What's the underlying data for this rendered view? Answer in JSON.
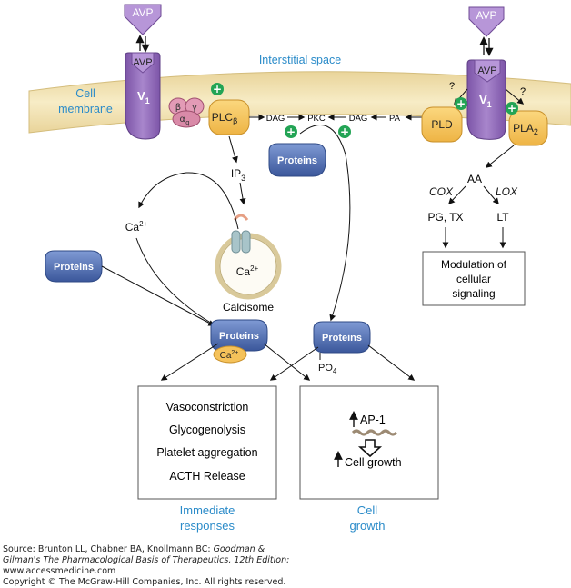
{
  "labels": {
    "avp": "AVP",
    "interstitial": "Interstitial space",
    "cell": "Cell",
    "membrane": "membrane",
    "v1_main": "V",
    "v1_sub": "1",
    "beta": "β",
    "gamma": "γ",
    "alpha_main": "α",
    "alpha_sub": "q",
    "plc_main": "PLC",
    "plc_sub": "β",
    "dag": "DAG",
    "pkc": "PKC",
    "pa": "PA",
    "pld": "PLD",
    "pla_main": "PLA",
    "pla_sub": "2",
    "question": "?",
    "ip3_main": "IP",
    "ip3_sub": "3",
    "ca_main": "Ca",
    "ca_sup": "2+",
    "proteins": "Proteins",
    "calcisome": "Calcisome",
    "po4_main": "PO",
    "po4_sub": "4",
    "aa": "AA",
    "cox": "COX",
    "lox": "LOX",
    "pgtx": "PG, TX",
    "lt": "LT",
    "plus": "+",
    "ap1": "AP-1",
    "cell_growth_up": "Cell growth"
  },
  "boxes": {
    "modulation": [
      "Modulation of",
      "cellular",
      "signaling"
    ],
    "immediate": [
      "Vasoconstriction",
      "Glycogenolysis",
      "Platelet aggregation",
      "ACTH Release"
    ]
  },
  "captions": {
    "immediate": [
      "Immediate",
      "responses"
    ],
    "growth": [
      "Cell",
      "growth"
    ]
  },
  "source": {
    "line1": "Source: Brunton LL, Chabner BA, Knollmann BC: ",
    "line1_italic": "Goodman &",
    "line2_italic": "Gilman's The Pharmacological Basis of Therapeutics, 12th Edition:",
    "line3": "www.accessmedicine.com",
    "copyright": "Copyright © The McGraw-Hill Companies, Inc. All rights reserved."
  },
  "colors": {
    "membrane": "#f3e3b0",
    "receptor": "#9a72c0",
    "receptor_dark": "#6f4b96",
    "gprotein": "#d98aa8",
    "enzyme": "#f5c25a",
    "enzyme_edge": "#c8902a",
    "protein": "#4f6fb4",
    "plus_badge": "#23a455",
    "accent_blue": "#2a8bc9"
  }
}
